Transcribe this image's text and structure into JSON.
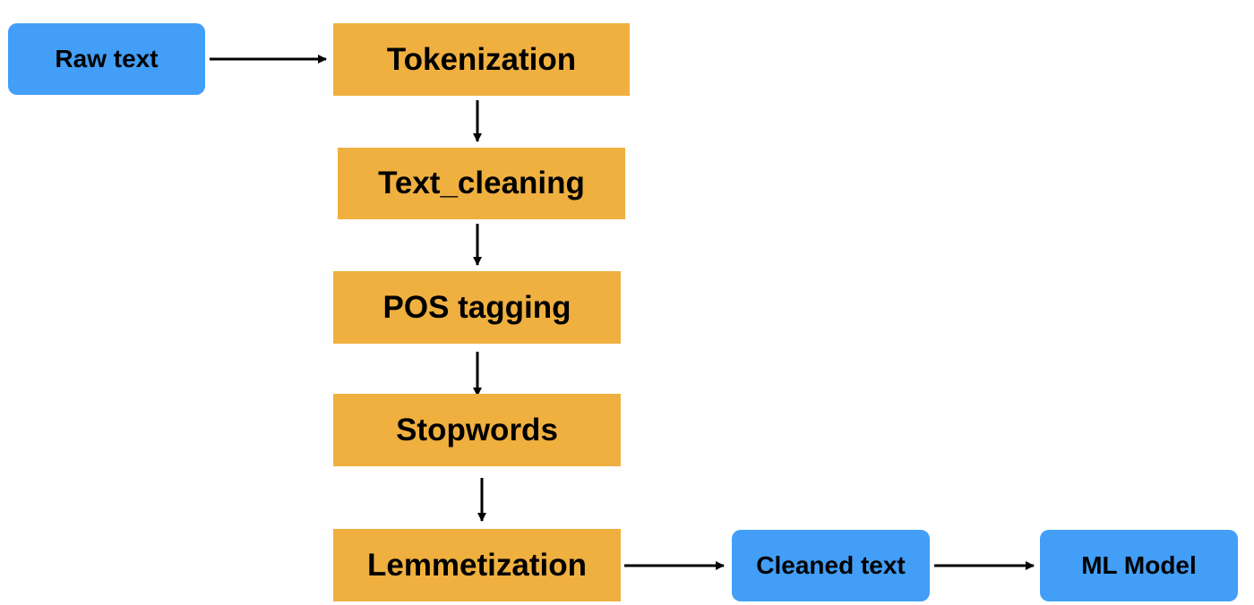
{
  "colors": {
    "io_node": "#429ef6",
    "process_node": "#efb040",
    "arrow": "#000000",
    "background": "#ffffff"
  },
  "nodes": {
    "raw_text": "Raw text",
    "tokenization": "Tokenization",
    "text_cleaning": "Text_cleaning",
    "pos_tagging": "POS tagging",
    "stopwords": "Stopwords",
    "lemmetization": "Lemmetization",
    "cleaned_text": "Cleaned text",
    "ml_model": "ML Model"
  },
  "edges": [
    {
      "from": "raw_text",
      "to": "tokenization"
    },
    {
      "from": "tokenization",
      "to": "text_cleaning"
    },
    {
      "from": "text_cleaning",
      "to": "pos_tagging"
    },
    {
      "from": "pos_tagging",
      "to": "stopwords"
    },
    {
      "from": "stopwords",
      "to": "lemmetization"
    },
    {
      "from": "lemmetization",
      "to": "cleaned_text"
    },
    {
      "from": "cleaned_text",
      "to": "ml_model"
    }
  ]
}
